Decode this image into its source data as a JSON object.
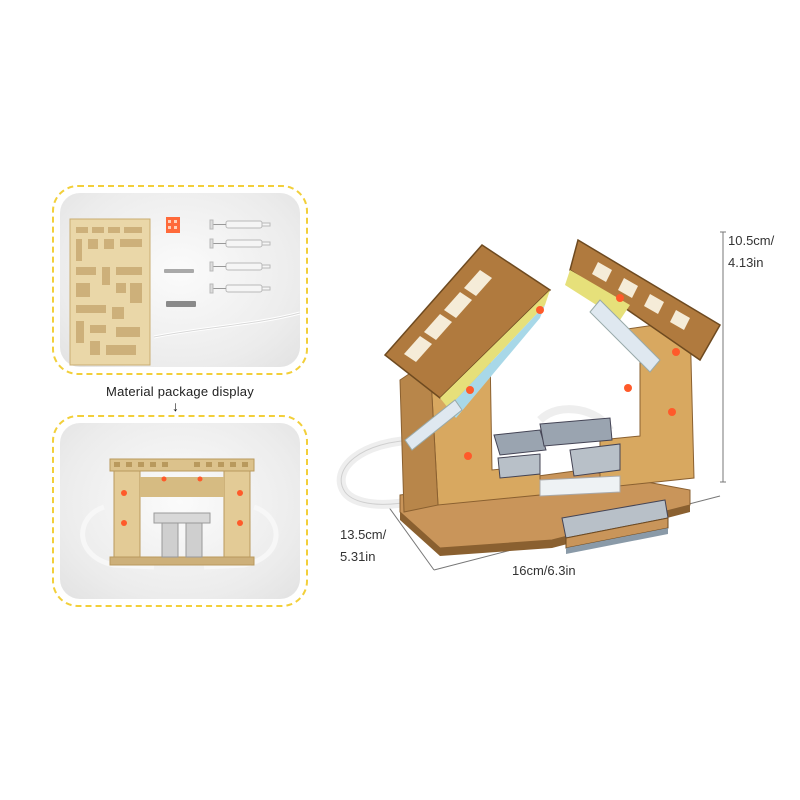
{
  "caption": "Material package display",
  "dimensions": {
    "height_cm": "10.5cm/",
    "height_in": "4.13in",
    "depth_cm": "13.5cm/",
    "depth_in": "5.31in",
    "width": "16cm/6.3in"
  },
  "colors": {
    "panel_border": "#f2cf3a",
    "wood_dark": "#b88a4e",
    "wood_light": "#e3c98f",
    "pin": "#ff5a2a"
  }
}
